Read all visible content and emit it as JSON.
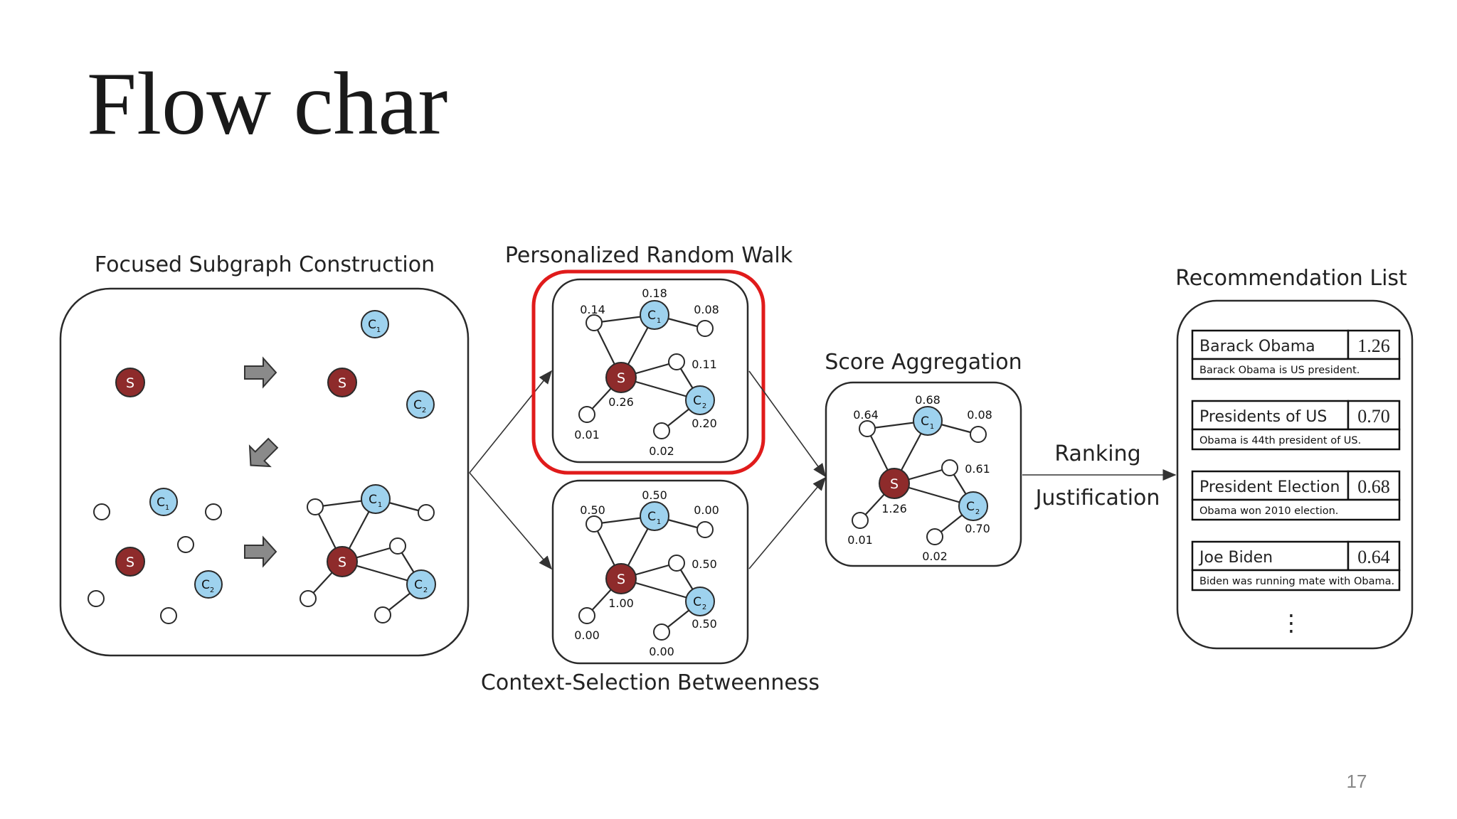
{
  "slide": {
    "title": "Flow char",
    "page_number": "17"
  },
  "colors": {
    "seed_node": "#8e2b2b",
    "candidate_node": "#9ed2ee",
    "highlight": "#e01b1b",
    "stroke": "#2a2a2a"
  },
  "panels": {
    "focused_subgraph": {
      "label": "Focused Subgraph Construction"
    },
    "random_walk": {
      "label": "Personalized Random Walk",
      "scores": [
        "0.18",
        "0.14",
        "0.08",
        "0.11",
        "0.26",
        "0.20",
        "0.01",
        "0.02"
      ]
    },
    "betweenness": {
      "label": "Context-Selection Betweenness",
      "scores": [
        "0.50",
        "0.50",
        "0.00",
        "0.50",
        "1.00",
        "0.50",
        "0.00",
        "0.00"
      ]
    },
    "aggregation": {
      "label": "Score Aggregation",
      "scores": [
        "0.68",
        "0.64",
        "0.08",
        "0.61",
        "1.26",
        "0.70",
        "0.01",
        "0.02"
      ]
    },
    "ranking": {
      "label1": "Ranking",
      "label2": "Justification"
    },
    "recommendation": {
      "label": "Recommendation List",
      "items": [
        {
          "title": "Barack Obama",
          "score": "1.26",
          "justification": "Barack Obama is US president."
        },
        {
          "title": "Presidents of US",
          "score": "0.70",
          "justification": "Obama is 44th president of US."
        },
        {
          "title": "President Election",
          "score": "0.68",
          "justification": "Obama won 2010 election."
        },
        {
          "title": "Joe Biden",
          "score": "0.64",
          "justification": "Biden was running mate with Obama."
        }
      ],
      "more": "⋮"
    }
  },
  "nodes": {
    "seed": "S",
    "candidate1": "C",
    "candidate1_sub": "1",
    "candidate2": "C",
    "candidate2_sub": "2"
  }
}
